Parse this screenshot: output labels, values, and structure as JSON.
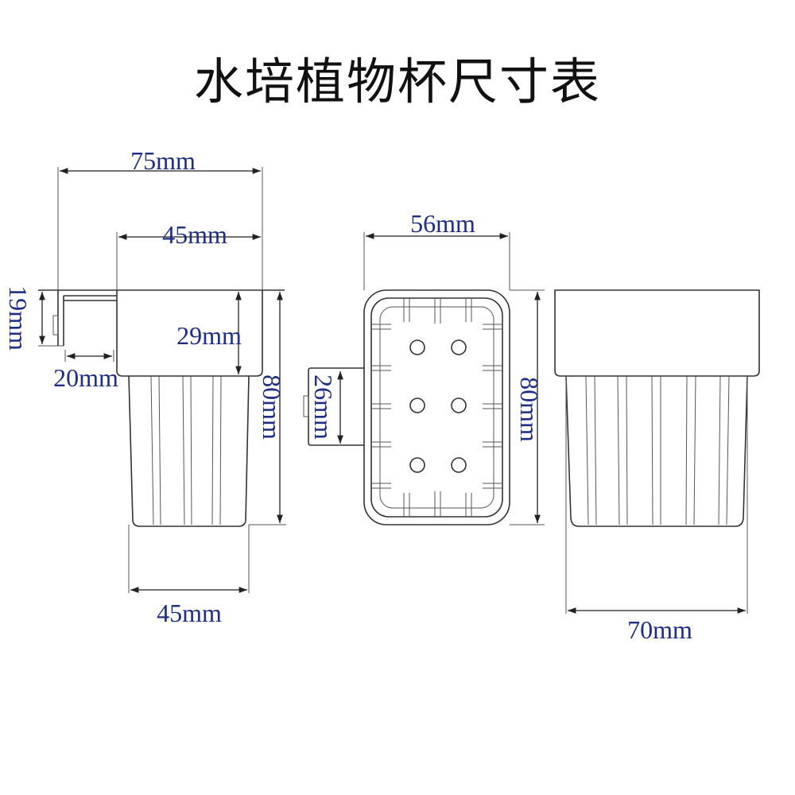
{
  "title": "水培植物杯尺寸表",
  "colors": {
    "label": "#1e2e86",
    "line": "#333333"
  },
  "side_view": {
    "overall_width": "75mm",
    "top_width": "45mm",
    "bracket_height": "19mm",
    "bracket_gap": "20mm",
    "rim_depth": "29mm",
    "height": "80mm",
    "bottom_width": "45mm"
  },
  "top_view": {
    "width": "56mm",
    "tab_height": "26mm",
    "length": "80mm"
  },
  "front_view": {
    "bottom_width": "70mm"
  }
}
